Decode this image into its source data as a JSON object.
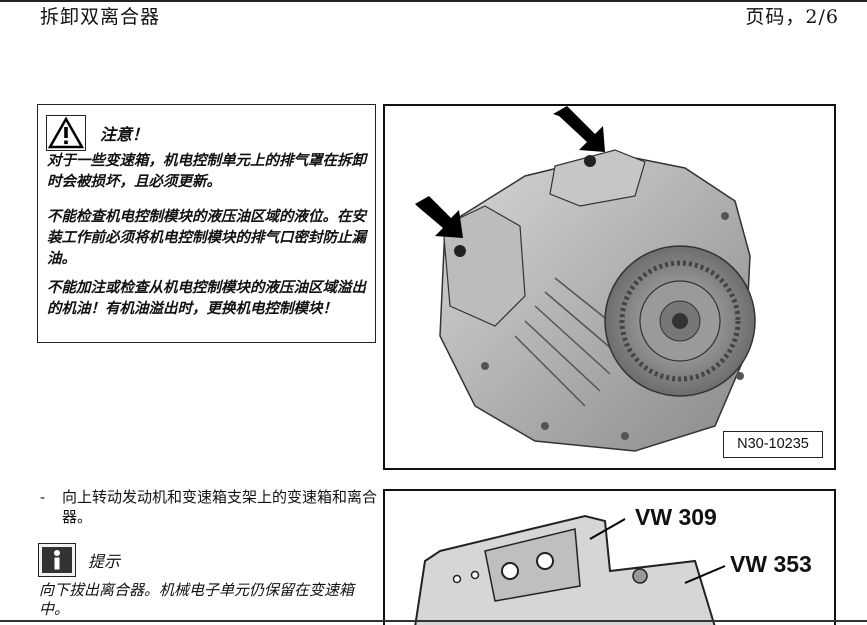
{
  "header": {
    "title": "拆卸双离合器",
    "page": "页码，2/6"
  },
  "caution": {
    "title": "注意！",
    "paragraphs": [
      "对于一些变速箱，机电控制单元上的排气罩在拆卸时会被损坏，且必须更新。",
      "不能检查机电控制模块的液压油区域的液位。在安装工作前必须将机电控制模块的排气口密封防止漏油。",
      "不能加注或检查从机电控制模块的液压油区域溢出的机油！有机油溢出时，更换机电控制模块！"
    ]
  },
  "figure1": {
    "label": "N30-10235"
  },
  "step": {
    "dash": "-",
    "text": "向上转动发动机和变速箱支架上的变速箱和离合器。"
  },
  "hint": {
    "title": "提示",
    "text": "向下拔出离合器。机械电子单元仍保留在变速箱中。"
  },
  "figure2": {
    "tools": [
      "VW 309",
      "VW 353"
    ]
  }
}
